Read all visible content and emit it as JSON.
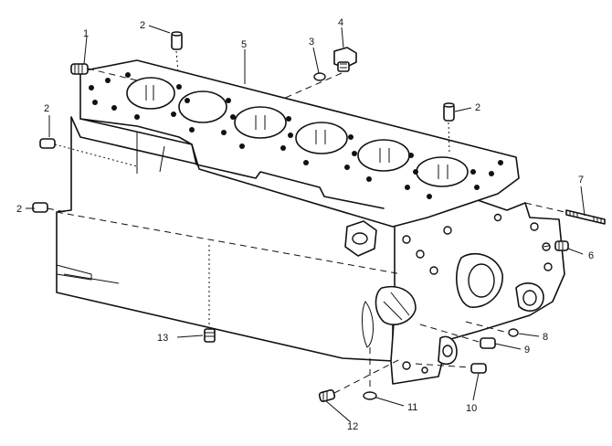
{
  "callouts": [
    "1",
    "2",
    "2",
    "2",
    "3",
    "4",
    "5",
    "2",
    "6",
    "7",
    "8",
    "9",
    "10",
    "11",
    "12",
    "13"
  ]
}
